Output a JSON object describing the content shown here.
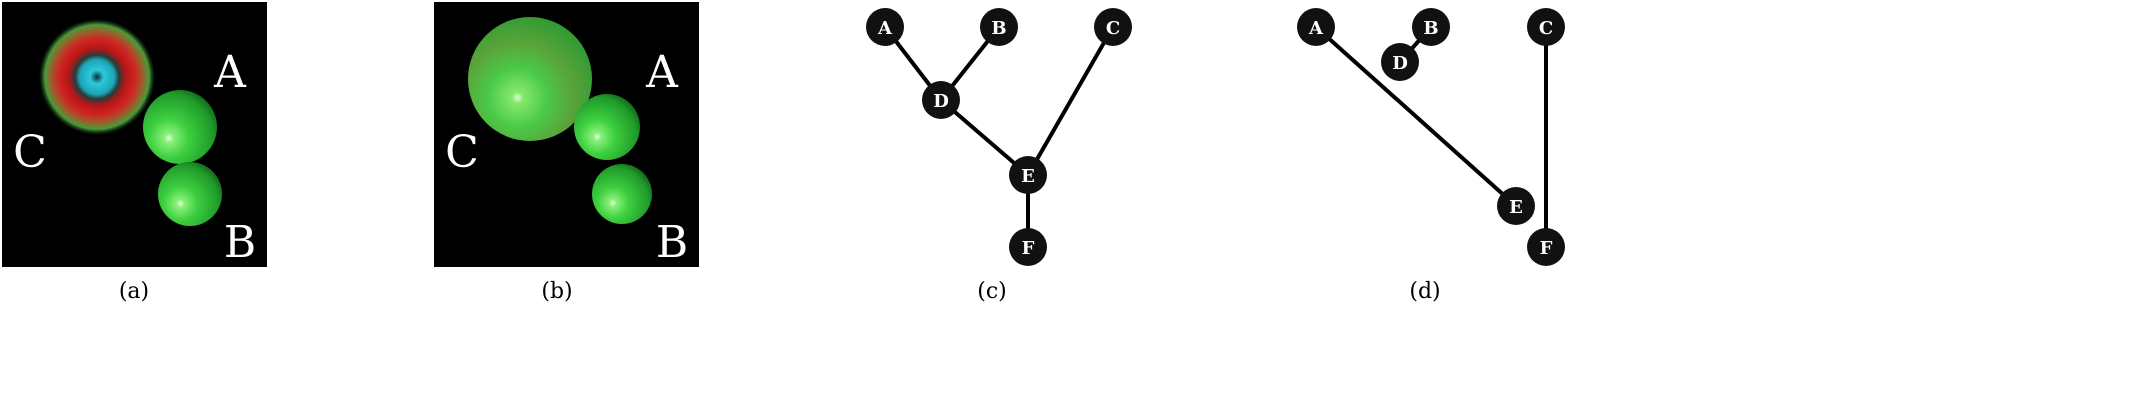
{
  "panels": [
    {
      "id": "a",
      "caption": "(a)",
      "labels": {
        "A": "A",
        "B": "B",
        "C": "C"
      }
    },
    {
      "id": "b",
      "caption": "(b)",
      "labels": {
        "A": "A",
        "B": "B",
        "C": "C"
      }
    },
    {
      "id": "c",
      "caption": "(c)",
      "nodes": [
        "A",
        "B",
        "C",
        "D",
        "E",
        "F"
      ],
      "edges": [
        [
          "A",
          "D"
        ],
        [
          "B",
          "D"
        ],
        [
          "D",
          "E"
        ],
        [
          "C",
          "E"
        ],
        [
          "E",
          "F"
        ]
      ]
    },
    {
      "id": "d",
      "caption": "(d)",
      "nodes": [
        "A",
        "B",
        "C",
        "D",
        "E",
        "F"
      ],
      "edges": [
        [
          "A",
          "E"
        ],
        [
          "B",
          "D"
        ],
        [
          "C",
          "F"
        ]
      ]
    }
  ],
  "colors": {
    "background": "#000000",
    "sphere_green": "#33c63a",
    "glow_red": "#c01818",
    "glow_cyan": "#1fb8cc",
    "node_fill": "#111111",
    "node_text": "#ffffff",
    "edge": "#000000"
  }
}
